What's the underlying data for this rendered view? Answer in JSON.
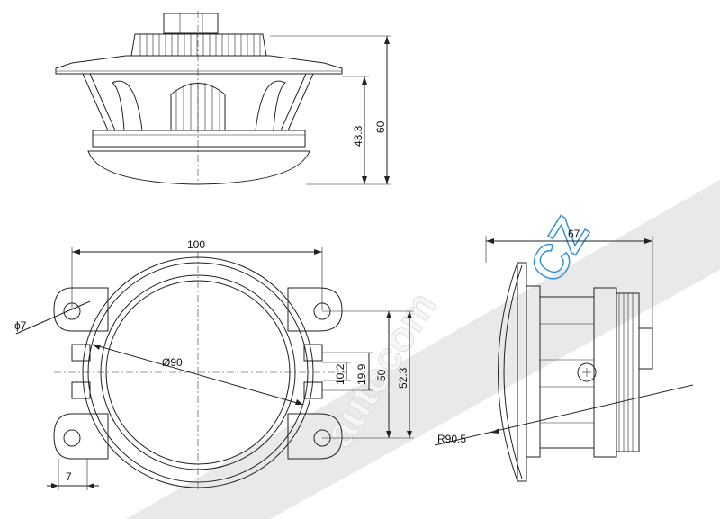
{
  "dimensions": {
    "side_view": {
      "height_total": "60",
      "height_body": "43.3"
    },
    "front_view": {
      "width": "100",
      "hole_diameter": "ϕ7",
      "lens_diameter": "Ø90",
      "tab_offset": "7",
      "clip_small": "10.2",
      "clip_inner": "19.9",
      "clip_outer": "50",
      "mount_height": "52.3"
    },
    "profile_view": {
      "depth": "67",
      "lens_radius": "R90.5"
    }
  },
  "watermark": {
    "text_a": "autocom",
    "text_b": "CZ",
    "accent_color": "#2b8fd6"
  }
}
